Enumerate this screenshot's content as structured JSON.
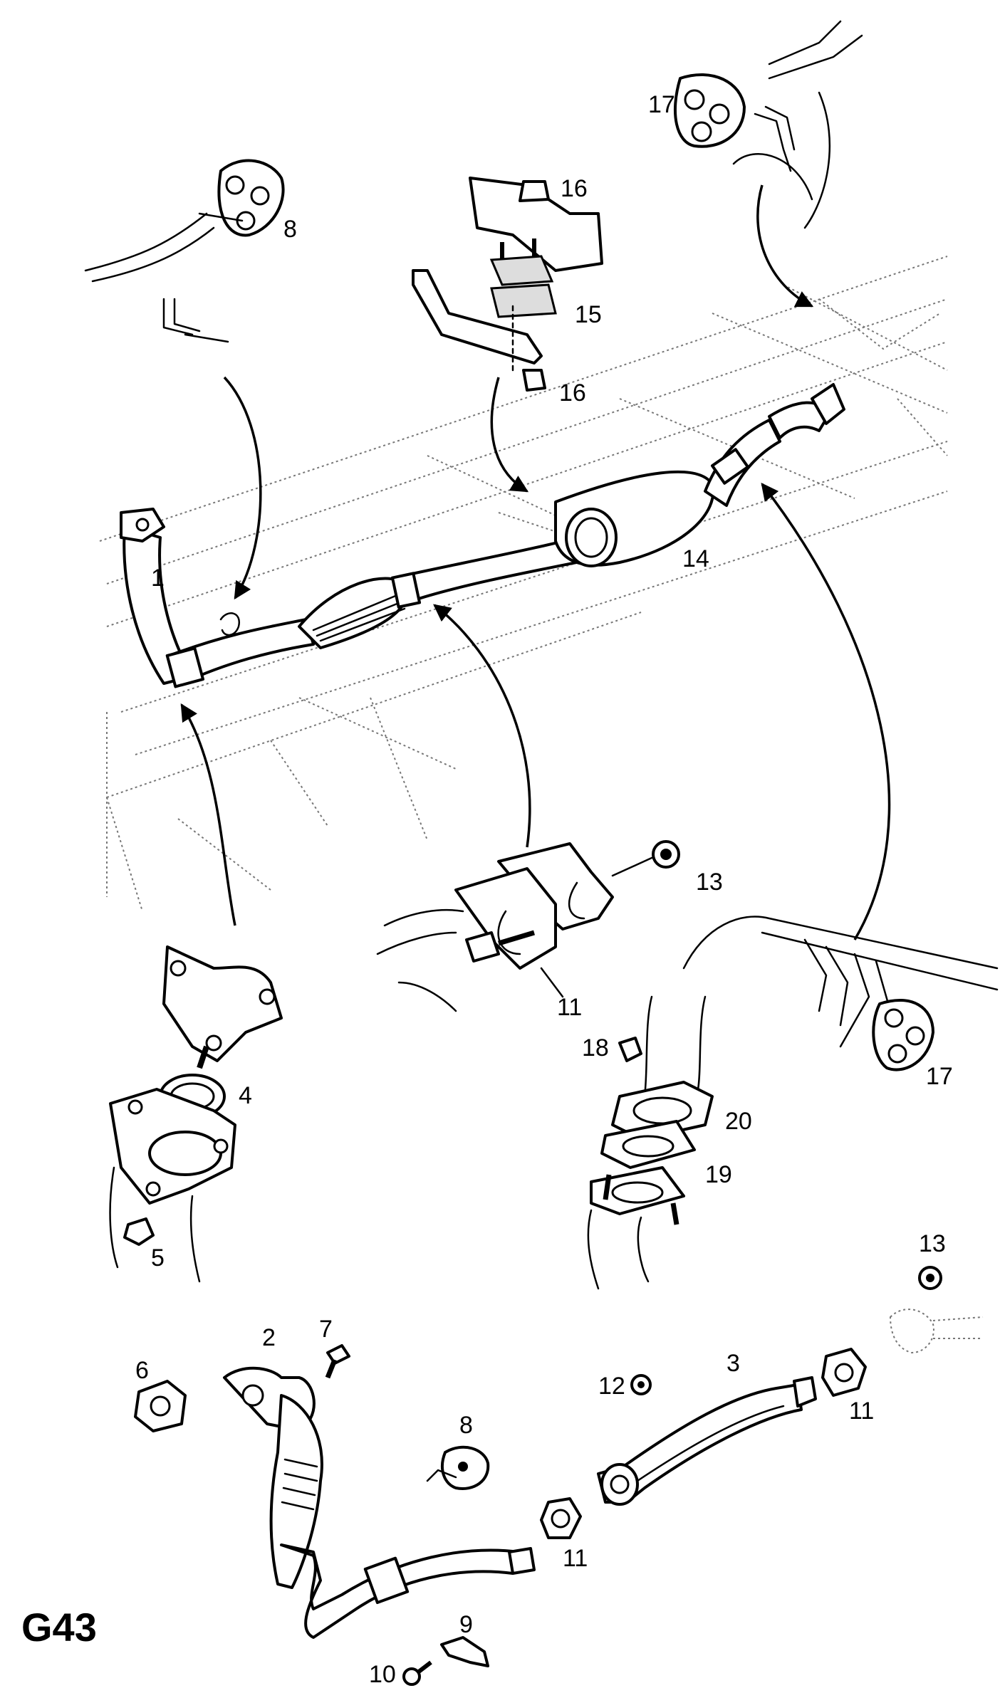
{
  "diagram": {
    "sheet_code": "G43",
    "callouts": {
      "c1": "1",
      "c2": "2",
      "c3": "3",
      "c4": "4",
      "c5": "5",
      "c6": "6",
      "c7": "7",
      "c8_top": "8",
      "c8_bottom": "8",
      "c9": "9",
      "c10": "10",
      "c11_mid": "11",
      "c11_right": "11",
      "c11_bottom": "11",
      "c12": "12",
      "c13_mid": "13",
      "c13_right": "13",
      "c14": "14",
      "c15": "15",
      "c16_top": "16",
      "c16_bottom": "16",
      "c17_top": "17",
      "c17_right": "17",
      "c18": "18",
      "c19": "19",
      "c20": "20"
    }
  }
}
